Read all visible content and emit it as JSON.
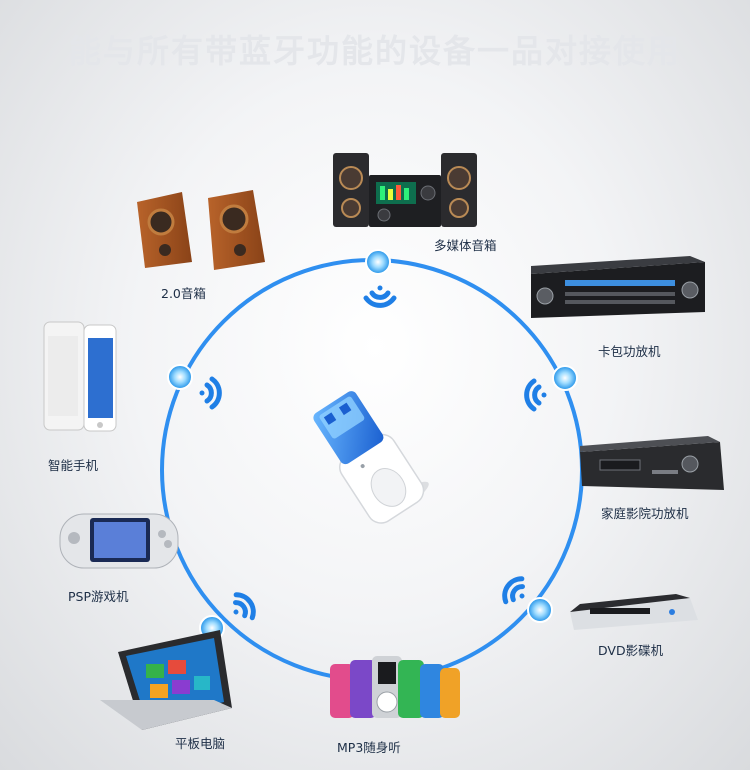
{
  "banner": "能与所有带蓝牙功能的设备一品对接使用",
  "colors": {
    "ring": "#2f8ff0",
    "node": "#2aa3f2",
    "wave": "#1f7fe6",
    "label": "#1d2e46",
    "banner": "#e4e6ea"
  },
  "devices": [
    {
      "id": "multimedia",
      "label": "多媒体音箱",
      "icon": "multimedia-speaker-system-icon"
    },
    {
      "id": "speakers20",
      "label": "2.0音箱",
      "icon": "bookshelf-speaker-pair-icon"
    },
    {
      "id": "amplifier",
      "label": "卡包功放机",
      "icon": "karaoke-amplifier-icon"
    },
    {
      "id": "phone",
      "label": "智能手机",
      "icon": "smartphone-icon"
    },
    {
      "id": "hometheater",
      "label": "家庭影院功放机",
      "icon": "home-theater-receiver-icon"
    },
    {
      "id": "psp",
      "label": "PSP游戏机",
      "icon": "handheld-game-console-icon"
    },
    {
      "id": "dvd",
      "label": "DVD影碟机",
      "icon": "dvd-player-icon"
    },
    {
      "id": "tablet",
      "label": "平板电脑",
      "icon": "tablet-laptop-icon"
    },
    {
      "id": "mp3",
      "label": "MP3随身听",
      "icon": "mp3-player-icon"
    }
  ],
  "center_device": {
    "icon": "usb-bluetooth-adapter-icon"
  }
}
